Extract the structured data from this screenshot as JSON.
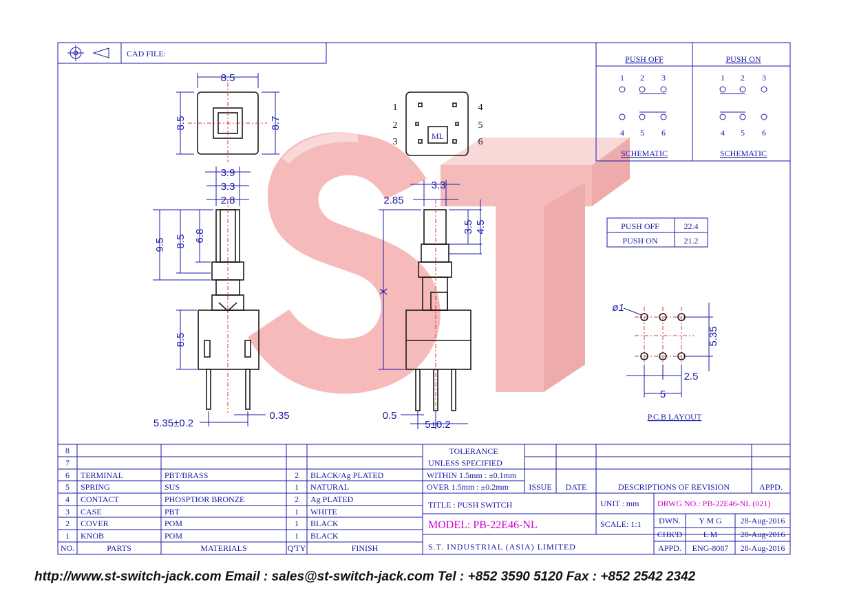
{
  "header": {
    "cad_file": "CAD FILE:"
  },
  "schematic": {
    "push_off": {
      "title": "PUSH OFF",
      "caption": "SCHEMATIC",
      "pins_top": [
        "1",
        "2",
        "3"
      ],
      "pins_bottom": [
        "4",
        "5",
        "6"
      ]
    },
    "push_on": {
      "title": "PUSH ON",
      "caption": "SCHEMATIC",
      "pins_top": [
        "1",
        "2",
        "3"
      ],
      "pins_bottom": [
        "4",
        "5",
        "6"
      ]
    }
  },
  "travel_table": [
    {
      "label": "PUSH OFF",
      "value": "22.4"
    },
    {
      "label": "PUSH ON",
      "value": "21.2"
    }
  ],
  "top_view_dims": {
    "width": "8.5",
    "height_left": "8.5",
    "height_right": "8.7"
  },
  "bottom_view": {
    "pins_left": [
      "1",
      "2",
      "3"
    ],
    "pins_right": [
      "4",
      "5",
      "6"
    ],
    "label": "ML"
  },
  "front_dims": {
    "d1": "3.9",
    "d2": "3.3",
    "d3": "2.8",
    "h1": "9.5",
    "h2": "8.5",
    "h3": "6.8",
    "h4": "8.5",
    "pitch": "5.35±0.2",
    "pin": "0.35"
  },
  "side_dims": {
    "d1": "3.3",
    "d2": "2.85",
    "h1": "3.5",
    "h2": "4.5",
    "x": "X",
    "pin": "0.5",
    "pitch": "5±0.2"
  },
  "pcb": {
    "hole": "ø1",
    "v": "5.35",
    "h1": "2.5",
    "h2": "5",
    "caption": "P.C.B LAYOUT"
  },
  "tolerance": {
    "title": "TOLERANCE",
    "sub": "UNLESS  SPECIFIED",
    "row1": "WITHIN  1.5mm : ±0.1mm",
    "row2": "OVER   1.5mm : ±0.2mm"
  },
  "revision_headers": {
    "issue": "ISSUE",
    "date": "DATE",
    "desc": "DESCRIPTIONS  OF  REVISION",
    "appd": "APPD."
  },
  "bom_headers": {
    "no": "NO.",
    "parts": "PARTS",
    "materials": "MATERIALS",
    "qty": "Q'TY",
    "finish": "FINISH"
  },
  "bom": [
    {
      "no": "8",
      "part": "",
      "material": "",
      "qty": "",
      "finish": ""
    },
    {
      "no": "7",
      "part": "",
      "material": "",
      "qty": "",
      "finish": ""
    },
    {
      "no": "6",
      "part": "TERMINAL",
      "material": "PBT/BRASS",
      "qty": "2",
      "finish": "BLACK/Ag PLATED"
    },
    {
      "no": "5",
      "part": "SPRING",
      "material": "SUS",
      "qty": "1",
      "finish": "NATURAL"
    },
    {
      "no": "4",
      "part": "CONTACT",
      "material": "PHOSPTIOR BRONZE",
      "qty": "2",
      "finish": "Ag PLATED"
    },
    {
      "no": "3",
      "part": "CASE",
      "material": "PBT",
      "qty": "1",
      "finish": "WHITE"
    },
    {
      "no": "2",
      "part": "COVER",
      "material": "POM",
      "qty": "1",
      "finish": "BLACK"
    },
    {
      "no": "1",
      "part": "KNOB",
      "material": "POM",
      "qty": "1",
      "finish": "BLACK"
    }
  ],
  "title_block": {
    "title": "TITLE : PUSH SWITCH",
    "model": "MODEL: PB-22E46-NL",
    "company": "S.T.  INDUSTRIAL  (ASIA)  LIMITED",
    "unit": "UNIT :   mm",
    "scale": "SCALE:  1:1",
    "drwg": "DRWG NO.: PB-22E46-NL (021)",
    "dwn_label": "DWN.",
    "dwn_name": "Y M G",
    "dwn_date": "28-Aug-2016",
    "chk_label": "CHK'D",
    "chk_name": "L M",
    "chk_date": "28-Aug-2016",
    "appd_label": "APPD.",
    "appd_name": "ENG-8087",
    "appd_date": "28-Aug-2016"
  },
  "footer": "http://www.st-switch-jack.com  Email : sales@st-switch-jack.com  Tel : +852 3590 5120  Fax : +852 2542 2342",
  "watermark": "ST",
  "colors": {
    "line": "#1818a8",
    "magenta": "#d000c8",
    "watermark": "#f2a8a8"
  }
}
